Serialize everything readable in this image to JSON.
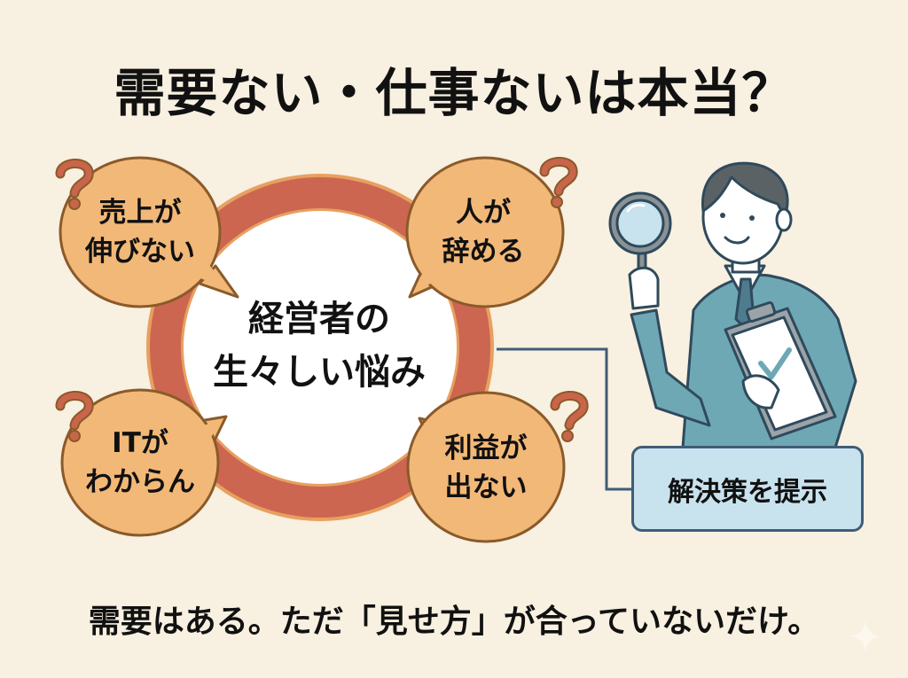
{
  "title": "需要ない・仕事ないは本当？",
  "center": {
    "line1": "経営者の",
    "line2": "生々しい悩み"
  },
  "bubbles": [
    {
      "position": "top-left",
      "line1": "売上が",
      "line2": "伸びない",
      "icon": "question-mark-icon"
    },
    {
      "position": "top-right",
      "line1": "人が",
      "line2": "辞める",
      "icon": "question-mark-icon"
    },
    {
      "position": "bottom-left",
      "line1": "ITが",
      "line2": "わからん",
      "icon": "question-mark-icon"
    },
    {
      "position": "bottom-right",
      "line1": "利益が",
      "line2": "出ない",
      "icon": "question-mark-icon"
    }
  ],
  "solution": {
    "label": "解決策を提示"
  },
  "illustration": {
    "subject": "consultant with magnifying glass and clipboard",
    "icons": [
      "magnifying-glass-icon",
      "clipboard-check-icon"
    ]
  },
  "footer": "需要はある。ただ「見せ方」が合っていないだけ。",
  "colors": {
    "background": "#f8f0e0",
    "ring": "#cc6650",
    "ring_edge": "#e8a060",
    "bubble_fill": "#f2b878",
    "bubble_stroke": "#8a5a2a",
    "question_mark": "#c9654a",
    "suit": "#6ea8b4",
    "line": "#3f5d78",
    "solution_fill": "#c8e2ee"
  }
}
